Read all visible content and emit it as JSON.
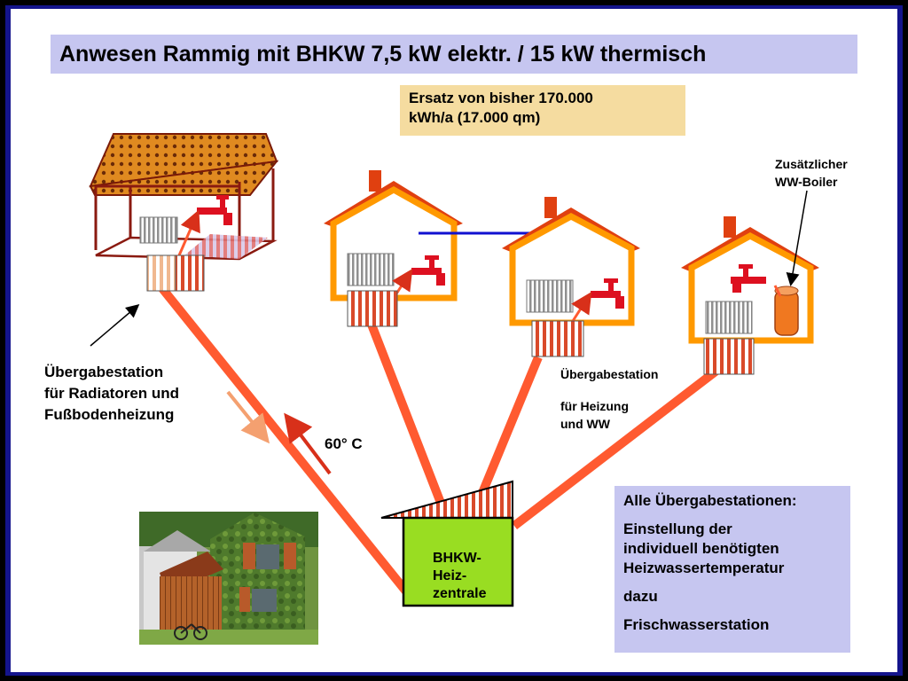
{
  "title": "Anwesen Rammig mit BHKW   7,5 kW elektr. / 15 kW thermisch",
  "replacement": {
    "line1": "Ersatz von bisher 170.000",
    "line2": "kWh/a (17.000 qm)"
  },
  "boiler_label": {
    "line1": "Zusätzlicher",
    "line2": "WW-Boiler"
  },
  "station_left": {
    "line1": "Übergabestation",
    "line2": "für Radiatoren und",
    "line3": "Fußbodenheizung"
  },
  "station_right": {
    "line1": "Übergabestation",
    "line2": "für Heizung",
    "line3": "und WW"
  },
  "temperature": "60° C",
  "bhkw": {
    "line1": "BHKW-",
    "line2": "Heiz-",
    "line3": "zentrale"
  },
  "info": {
    "heading": "Alle Übergabestationen:",
    "line1": "Einstellung der",
    "line2": "individuell benötigten",
    "line3": "Heizwassertemperatur",
    "line4": "dazu",
    "line5": "Frischwasserstation"
  },
  "colors": {
    "frame": "#14148c",
    "pipe": "#ff5a30",
    "house_wall": "#ff9900",
    "roof": "#e04010",
    "bhkw_box": "#99dd22",
    "title_bg": "#c6c6f0",
    "replacement_bg": "#f5dca0",
    "flow_arrow": "#1010d0",
    "tap": "#dd1020",
    "boiler": "#f07820"
  },
  "icons": [
    "radiator-icon",
    "water-tap-icon",
    "hot-water-boiler-icon",
    "transfer-station-icon",
    "building-photo"
  ]
}
